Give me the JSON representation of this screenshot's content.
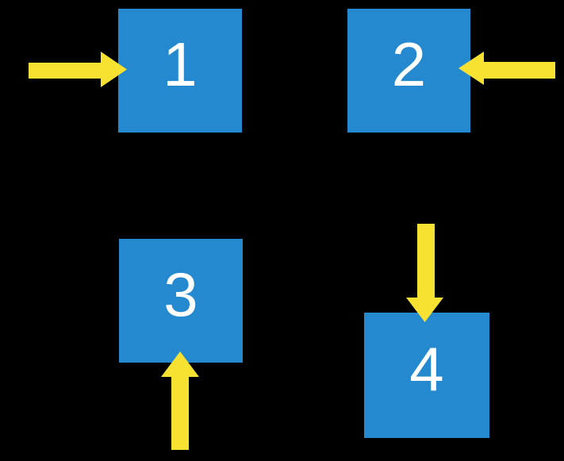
{
  "colors": {
    "background": "#000000",
    "box": "#2589d0",
    "arrow": "#f7e231",
    "label": "#ffffff"
  },
  "boxes": [
    {
      "label": "1",
      "arrow_direction": "right",
      "arrow_side": "left"
    },
    {
      "label": "2",
      "arrow_direction": "left",
      "arrow_side": "right"
    },
    {
      "label": "3",
      "arrow_direction": "up",
      "arrow_side": "bottom"
    },
    {
      "label": "4",
      "arrow_direction": "down",
      "arrow_side": "top"
    }
  ]
}
